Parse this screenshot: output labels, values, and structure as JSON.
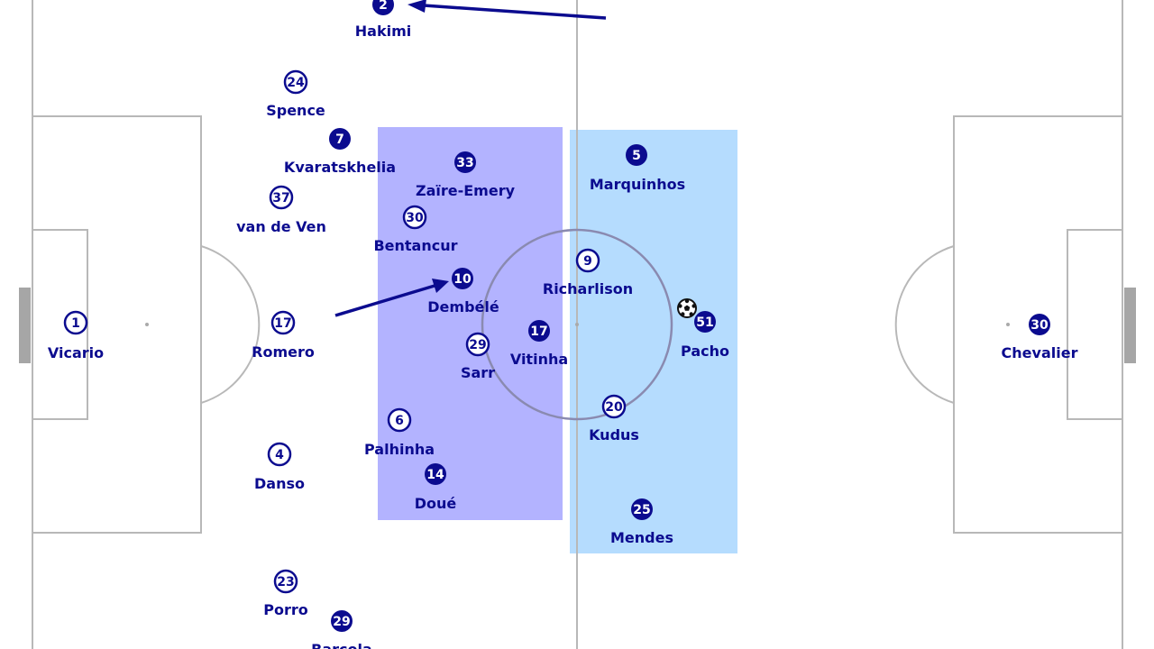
{
  "colors": {
    "team_dark": "#0b0b8f",
    "line": "#b8b8b8",
    "zone_left": "#b3b3ff",
    "zone_right": "#b5dcfe",
    "centre_circle": "#8a8ab0"
  },
  "ball_icon": "soccer-ball-icon",
  "players": [
    {
      "name": "Hakimi",
      "number": "2",
      "style": "filled"
    },
    {
      "name": "Spence",
      "number": "24",
      "style": "outline"
    },
    {
      "name": "Kvaratskhelia",
      "number": "7",
      "style": "filled"
    },
    {
      "name": "van de Ven",
      "number": "37",
      "style": "outline"
    },
    {
      "name": "Zaïre-Emery",
      "number": "33",
      "style": "filled"
    },
    {
      "name": "Bentancur",
      "number": "30",
      "style": "outline"
    },
    {
      "name": "Dembélé",
      "number": "10",
      "style": "filled"
    },
    {
      "name": "Vicario",
      "number": "1",
      "style": "outline"
    },
    {
      "name": "Romero",
      "number": "17",
      "style": "outline"
    },
    {
      "name": "Sarr",
      "number": "29",
      "style": "outline"
    },
    {
      "name": "Vitinha",
      "number": "17",
      "style": "filled"
    },
    {
      "name": "Palhinha",
      "number": "6",
      "style": "outline"
    },
    {
      "name": "Danso",
      "number": "4",
      "style": "outline"
    },
    {
      "name": "Doué",
      "number": "14",
      "style": "filled"
    },
    {
      "name": "Porro",
      "number": "23",
      "style": "outline"
    },
    {
      "name": "Barcola",
      "number": "29",
      "style": "filled"
    },
    {
      "name": "Marquinhos",
      "number": "5",
      "style": "filled"
    },
    {
      "name": "Richarlison",
      "number": "9",
      "style": "outline"
    },
    {
      "name": "Pacho",
      "number": "51",
      "style": "filled"
    },
    {
      "name": "Kudus",
      "number": "20",
      "style": "outline"
    },
    {
      "name": "Mendes",
      "number": "25",
      "style": "filled"
    },
    {
      "name": "Chevalier",
      "number": "30",
      "style": "filled"
    }
  ]
}
